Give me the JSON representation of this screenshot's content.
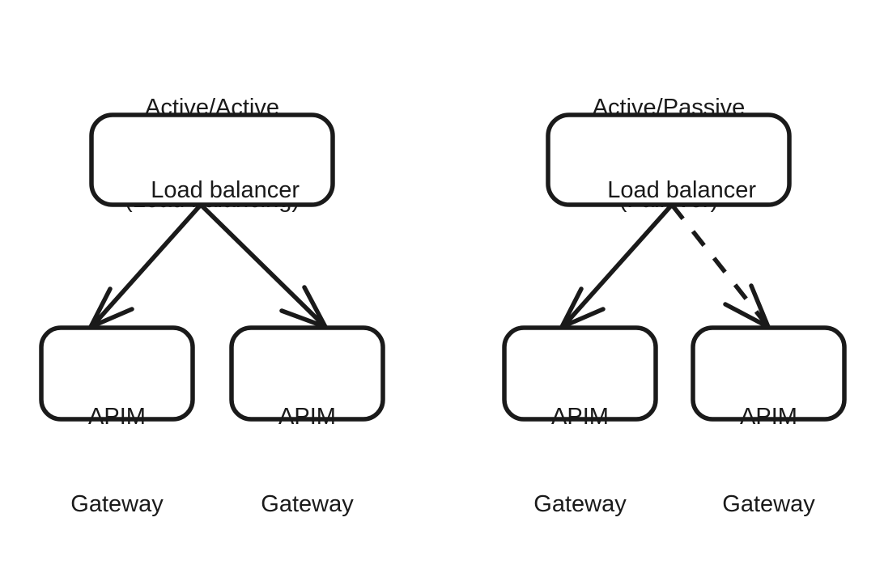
{
  "diagram": {
    "title_color": "#1a1a1a",
    "stroke_color": "#1a1a1a",
    "background": "#ffffff",
    "panels": [
      {
        "id": "active-active",
        "title_line1": "Active/Active",
        "title_line2": "(Load balancing)",
        "top_node": {
          "label": "Load balancer"
        },
        "bottom_nodes": [
          {
            "label_line1": "APIM",
            "label_line2": "Gateway"
          },
          {
            "label_line1": "APIM",
            "label_line2": "Gateway"
          }
        ],
        "connectors": [
          {
            "style": "solid",
            "arrow": "open-barb"
          },
          {
            "style": "solid",
            "arrow": "open-barb"
          }
        ]
      },
      {
        "id": "active-passive",
        "title_line1": "Active/Passive",
        "title_line2": "(Failover)",
        "top_node": {
          "label": "Load balancer"
        },
        "bottom_nodes": [
          {
            "label_line1": "APIM",
            "label_line2": "Gateway"
          },
          {
            "label_line1": "APIM",
            "label_line2": "Gateway"
          }
        ],
        "connectors": [
          {
            "style": "solid",
            "arrow": "open-barb"
          },
          {
            "style": "dashed",
            "arrow": "open-barb"
          }
        ]
      }
    ]
  }
}
